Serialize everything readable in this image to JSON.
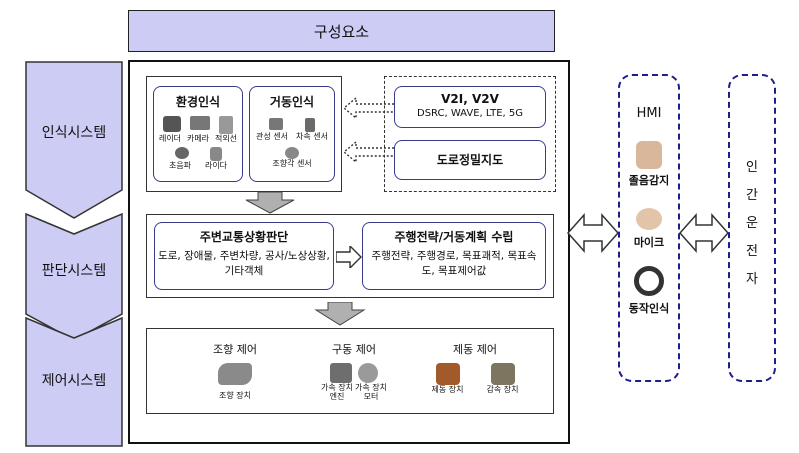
{
  "header": {
    "title": "구성요소"
  },
  "systems": [
    {
      "label": "인식시스템"
    },
    {
      "label": "판단시스템"
    },
    {
      "label": "제어시스템"
    }
  ],
  "perception": {
    "environment": {
      "title": "환경인식",
      "sensors": [
        "레이더",
        "카메라",
        "적외선",
        "초음파",
        "라이다"
      ]
    },
    "vehicle": {
      "title": "거동인식",
      "sensors": [
        "관성 센서",
        "차속 센서",
        "조향각 센서"
      ]
    },
    "external": {
      "v2x": {
        "title": "V2I, V2V",
        "subtitle": "DSRC, WAVE, LTE, 5G"
      },
      "map": {
        "title": "도로정밀지도"
      }
    }
  },
  "judgement": {
    "situation": {
      "title": "주변교통상황판단",
      "desc_line1": "도로, 장애물, 주변차량, 공사/노상상황,",
      "desc_line2": "기타객체"
    },
    "planning": {
      "title": "주행전략/거동계획 수립",
      "desc_line1": "주행전략, 주행경로, 목표괘적, 목표속",
      "desc_line2": "도, 목표제어값"
    }
  },
  "control": {
    "steering": {
      "title": "조향 제어",
      "item": "조향 장치"
    },
    "driving": {
      "title": "구동 제어",
      "item1": "가속 장치",
      "item1_sub": "엔진",
      "item2": "가속 장치",
      "item2_sub": "모터"
    },
    "braking": {
      "title": "제동 제어",
      "item1": "제동 장치",
      "item2": "감속 장치"
    }
  },
  "hmi": {
    "title": "HMI",
    "items": [
      "졸음감지",
      "마이크",
      "동작인식"
    ]
  },
  "human": {
    "chars": [
      "인",
      "간",
      "운",
      "전",
      "자"
    ]
  }
}
